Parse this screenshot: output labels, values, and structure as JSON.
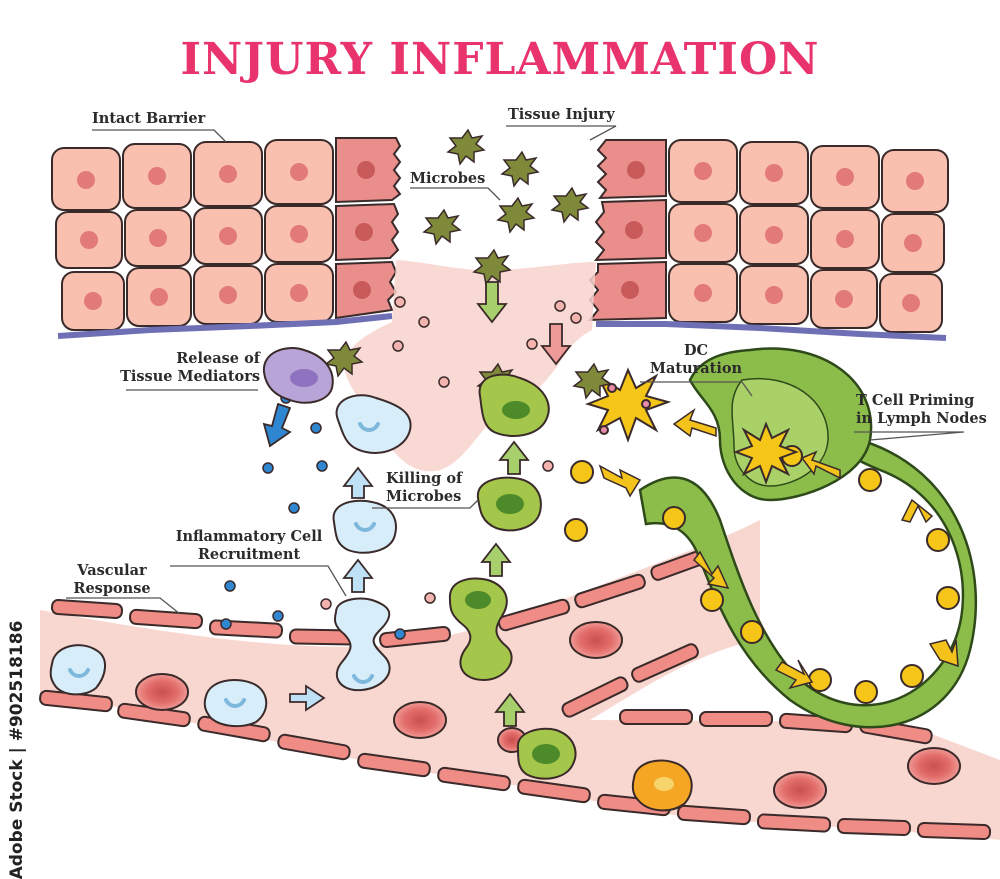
{
  "title": "INJURY INFLAMMATION",
  "labels": {
    "intact_barrier": "Intact Barrier",
    "tissue_injury": "Tissue Injury",
    "microbes": "Microbes",
    "release_line1": "Release of",
    "release_line2": "Tissue Mediators",
    "dc_line1": "DC",
    "dc_line2": "Maturation",
    "tcell_line1": "T Cell Priming",
    "tcell_line2": "in Lymph Nodes",
    "killing_line1": "Killing of",
    "killing_line2": "Microbes",
    "recruit_line1": "Inflammatory Cell",
    "recruit_line2": "Recruitment",
    "vascular_line1": "Vascular",
    "vascular_line2": "Response"
  },
  "watermark": "Adobe Stock | #902518186",
  "colors": {
    "title": "#e8336c",
    "epithelial_cell": "#f9c0b0",
    "epithelial_nucleus": "#e27a7a",
    "injured_cell": "#ea8e8c",
    "basement_membrane": "#6f6fb5",
    "wound_fluid": "#f8d2cc",
    "vessel_wall": "#f08c86",
    "vessel_lumen": "#f9d7d1",
    "red_blood_cell": "#e06a68",
    "lymph_vessel": "#8cbd4a",
    "lymph_dark": "#3f7a22",
    "dendritic_cell": "#f5c518",
    "neutrophil": "#d7eefa",
    "macrophage": "#a4c64a",
    "mast_cell": "#b9a4d8",
    "mediator_dot": "#2f87d1",
    "microbe": "#7e8a3a",
    "arrow_yellow": "#f3c21b",
    "arrow_blue": "#bfe1f5",
    "arrow_green": "#a7cf6b",
    "arrow_pink": "#ee9a98"
  }
}
